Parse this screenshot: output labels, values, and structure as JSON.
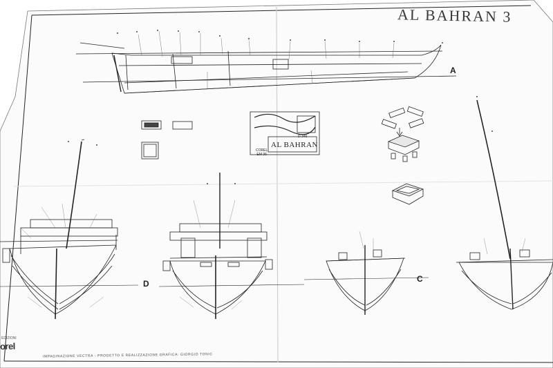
{
  "sheet": {
    "title": "AL BAHRAN 3",
    "views": {
      "a": "A",
      "d": "D",
      "c": "C"
    },
    "plaque": {
      "name": "AL BAHRAN",
      "code": "D 346",
      "maker_label": "COREL",
      "maker_sub": "EM 36"
    },
    "logo": {
      "wordmark": "orel",
      "tag": "EDIZIONI"
    },
    "credits": "IMPAGINAZIONE VECTRA - PROGETTO E REALIZZAZIONE GRAFICA: GIORGIO TONIC"
  }
}
